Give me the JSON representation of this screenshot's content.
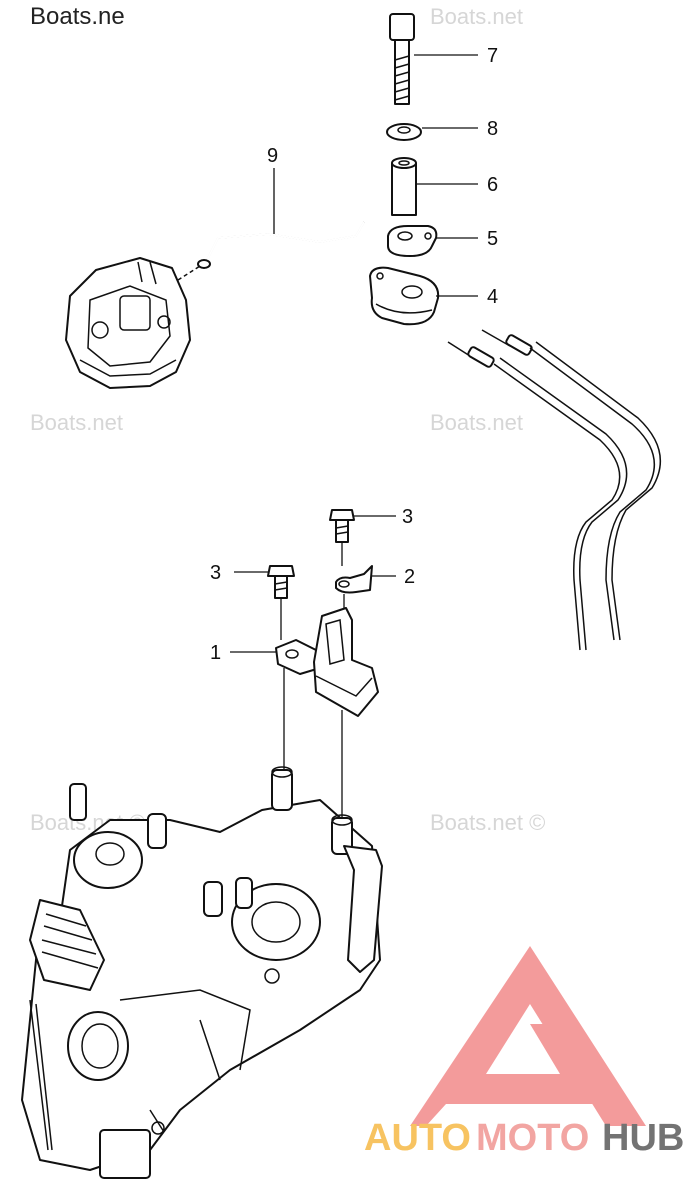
{
  "watermarks": {
    "top_left": "Boats.ne",
    "repeat": "Boats.net ©",
    "repeat_plain": "Boats.net"
  },
  "callouts": {
    "c1": "1",
    "c2": "2",
    "c3a": "3",
    "c3b": "3",
    "c4": "4",
    "c5": "5",
    "c6": "6",
    "c7": "7",
    "c8": "8",
    "c9": "9"
  },
  "logo": {
    "auto": "AUTO",
    "moto": "MOTO",
    "hub": "HUB",
    "colors": {
      "auto": "#f5b335",
      "moto": "#ef8d88",
      "hub": "#4c4c4c",
      "triangle": "#f07f7f"
    }
  }
}
